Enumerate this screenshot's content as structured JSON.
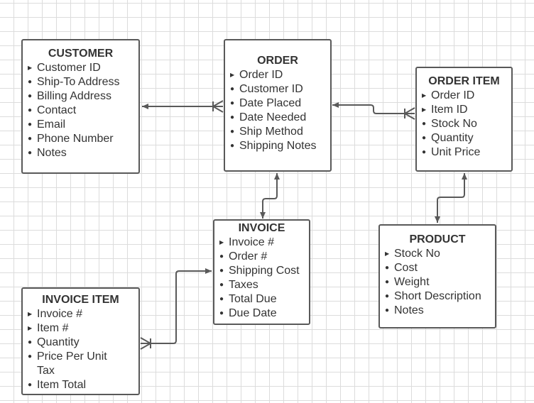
{
  "entities": {
    "customer": {
      "title": "CUSTOMER",
      "fields": [
        "Customer ID",
        "Ship-To Address",
        "Billing Address",
        "Contact",
        "Email",
        "Phone Number",
        "Notes"
      ]
    },
    "order": {
      "title": "ORDER",
      "fields": [
        "Order ID",
        "Customer ID",
        "Date Placed",
        "Date Needed",
        "Ship Method",
        "Shipping Notes"
      ]
    },
    "order_item": {
      "title": "ORDER ITEM",
      "fields": [
        "Order ID",
        "Item ID",
        "Stock No",
        "Quantity",
        "Unit Price"
      ]
    },
    "invoice": {
      "title": "INVOICE",
      "fields": [
        "Invoice #",
        "Order #",
        "Shipping Cost",
        "Taxes",
        "Total Due",
        "Due Date"
      ]
    },
    "product": {
      "title": "PRODUCT",
      "fields": [
        "Stock No",
        "Cost",
        "Weight",
        "Short Description",
        "Notes"
      ]
    },
    "invoice_item": {
      "title": "INVOICE ITEM",
      "fields": [
        "Invoice #",
        "Item #",
        "Quantity",
        "Price Per Unit",
        "Tax",
        "Item Total"
      ]
    }
  },
  "colors": {
    "border": "#595959",
    "connector": "#595959",
    "text": "#333333",
    "grid": "#dcdcdc"
  }
}
